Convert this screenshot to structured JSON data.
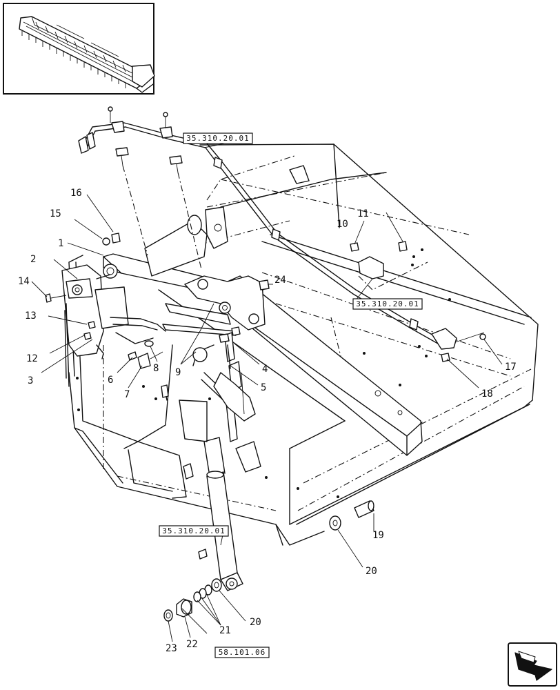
{
  "callouts": [
    "1",
    "2",
    "3",
    "4",
    "5",
    "6",
    "7",
    "8",
    "9",
    "10",
    "11",
    "12",
    "13",
    "14",
    "15",
    "16",
    "17",
    "18",
    "19",
    "20",
    "20",
    "21",
    "22",
    "23",
    "24"
  ],
  "references": [
    "35.310.20.01",
    "35.310.20.01",
    "35.310.20.01",
    "58.101.06"
  ],
  "icons": {
    "thumbnail": "header-assembly-thumbnail",
    "navigation": "next-page-arrow-icon"
  }
}
